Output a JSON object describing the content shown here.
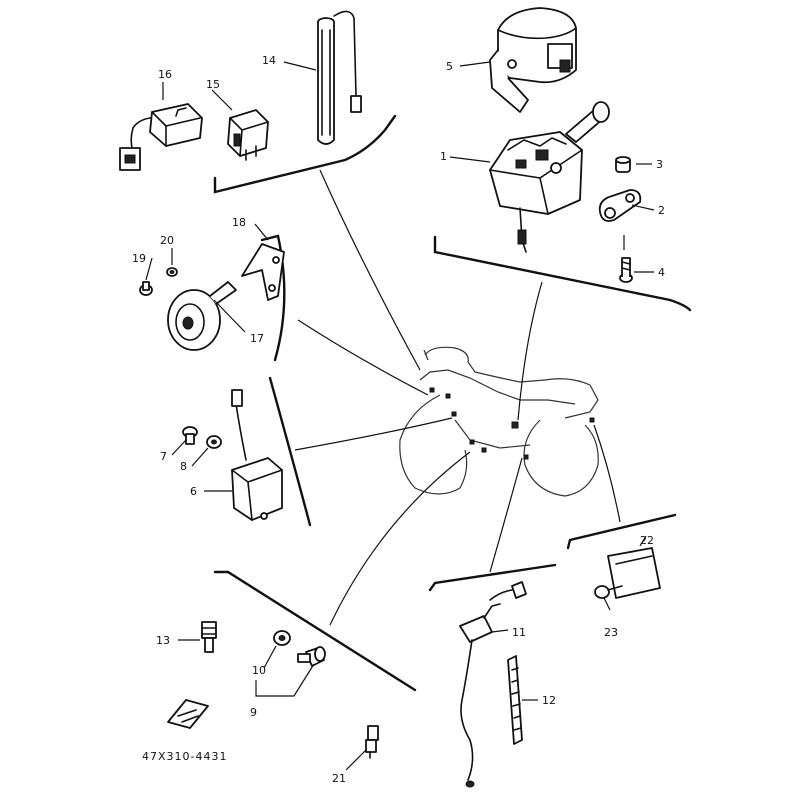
{
  "drawing_code": "47X310-4431",
  "callouts": [
    {
      "id": "c1",
      "num": "1"
    },
    {
      "id": "c2",
      "num": "2"
    },
    {
      "id": "c3",
      "num": "3"
    },
    {
      "id": "c4",
      "num": "4"
    },
    {
      "id": "c5",
      "num": "5"
    },
    {
      "id": "c6",
      "num": "6"
    },
    {
      "id": "c7",
      "num": "7"
    },
    {
      "id": "c8",
      "num": "8"
    },
    {
      "id": "c9",
      "num": "9"
    },
    {
      "id": "c10",
      "num": "10"
    },
    {
      "id": "c11",
      "num": "11"
    },
    {
      "id": "c12",
      "num": "12"
    },
    {
      "id": "c13",
      "num": "13"
    },
    {
      "id": "c14",
      "num": "14"
    },
    {
      "id": "c15",
      "num": "15"
    },
    {
      "id": "c16",
      "num": "16"
    },
    {
      "id": "c17",
      "num": "17"
    },
    {
      "id": "c18",
      "num": "18"
    },
    {
      "id": "c19",
      "num": "19"
    },
    {
      "id": "c20",
      "num": "20"
    },
    {
      "id": "c21",
      "num": "21"
    },
    {
      "id": "c22",
      "num": "22"
    },
    {
      "id": "c23",
      "num": "23"
    }
  ]
}
